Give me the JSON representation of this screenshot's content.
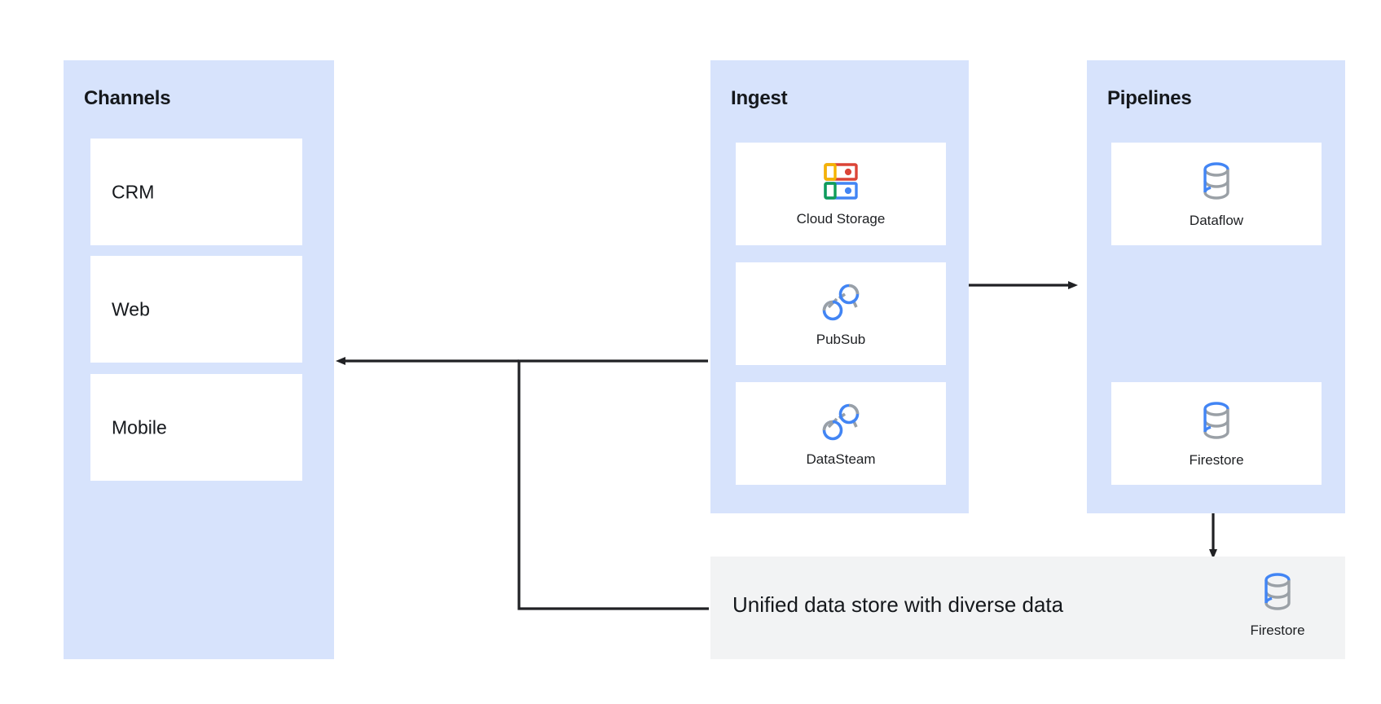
{
  "colors": {
    "panel_blue": "#d7e3fc",
    "card_white": "#ffffff",
    "bottom_gray": "#f2f3f4",
    "connector_black": "#202124",
    "icon_blue": "#4285f4",
    "icon_grey": "#9aa0a6",
    "icon_red": "#db4437",
    "icon_yellow": "#f4b400",
    "icon_green": "#0f9d58",
    "text_dark": "#15181c"
  },
  "groups": {
    "channels": {
      "title": "Channels",
      "items": [
        {
          "label": "CRM"
        },
        {
          "label": "Web"
        },
        {
          "label": "Mobile"
        }
      ]
    },
    "ingest": {
      "title": "Ingest",
      "items": [
        {
          "label": "Cloud Storage",
          "icon": "cloud-storage-icon"
        },
        {
          "label": "PubSub",
          "icon": "pubsub-icon"
        },
        {
          "label": "DataSteam",
          "icon": "datastream-icon"
        }
      ]
    },
    "pipelines": {
      "title": "Pipelines",
      "items": [
        {
          "label": "Dataflow",
          "icon": "dataflow-icon"
        },
        {
          "label": "Firestore",
          "icon": "firestore-icon"
        }
      ]
    }
  },
  "bottom": {
    "text": "Unified data store with diverse data",
    "service": {
      "label": "Firestore",
      "icon": "firestore-icon"
    }
  },
  "connectors": [
    {
      "name": "ingest-to-pipelines",
      "direction": "right"
    },
    {
      "name": "ingest-to-channels",
      "direction": "left"
    },
    {
      "name": "pipelines-to-unified-store",
      "direction": "down"
    },
    {
      "name": "unified-store-to-channels",
      "direction": "elbow-left"
    }
  ]
}
